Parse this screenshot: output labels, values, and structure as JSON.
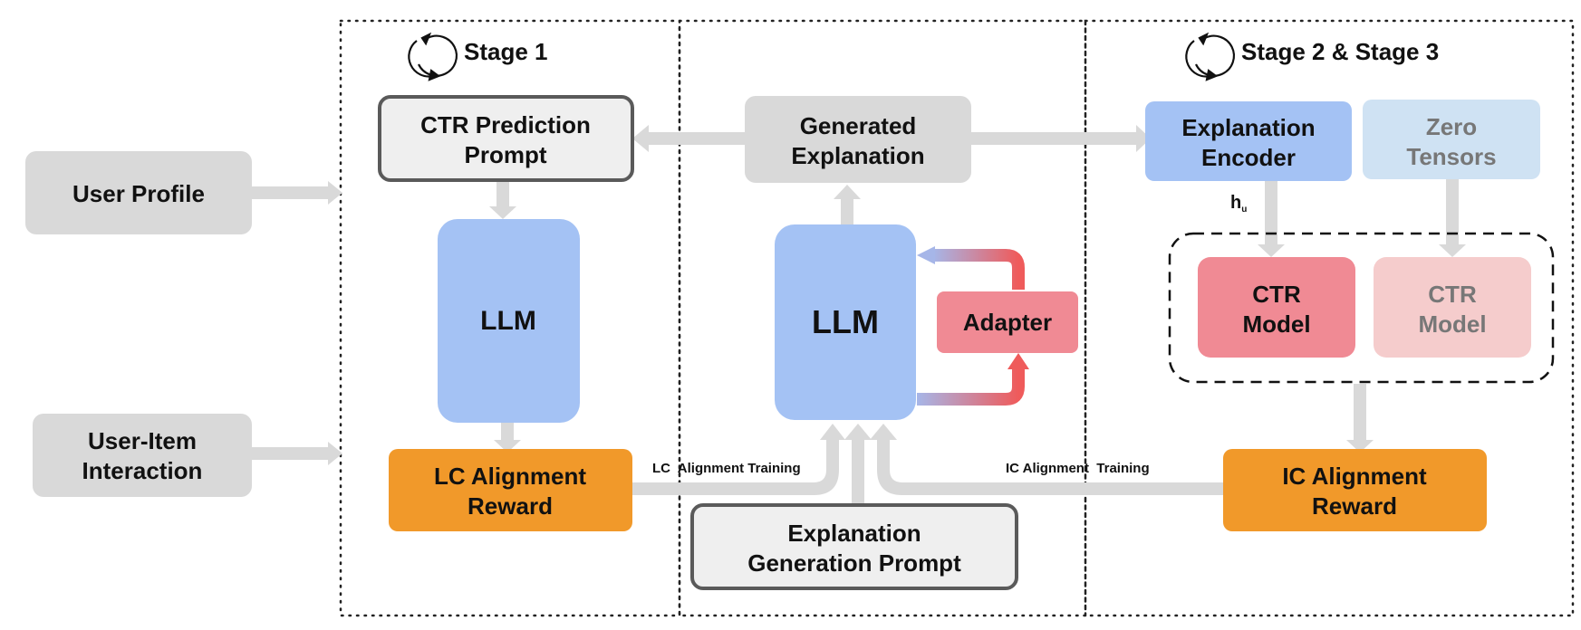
{
  "stage1": {
    "title": "Stage 1"
  },
  "stage23": {
    "title": "Stage 2 & Stage 3"
  },
  "inputs": {
    "user_profile": "User Profile",
    "user_item_line1": "User-Item",
    "user_item_line2": "Interaction"
  },
  "ctr_prompt": {
    "line1": "CTR Prediction",
    "line2": "Prompt"
  },
  "llm_left": {
    "label": "LLM"
  },
  "lc_reward": {
    "line1": "LC Alignment",
    "line2": "Reward"
  },
  "generated": {
    "line1": "Generated",
    "line2": "Explanation"
  },
  "llm_center": {
    "label": "LLM"
  },
  "adapter": {
    "label": "Adapter"
  },
  "exp_prompt": {
    "line1": "Explanation",
    "line2": "Generation Prompt"
  },
  "encoder": {
    "line1": "Explanation",
    "line2": "Encoder"
  },
  "zero": {
    "line1": "Zero",
    "line2": "Tensors"
  },
  "h_label": {
    "base": "h",
    "sub": "u"
  },
  "ctr_model": {
    "line1": "CTR",
    "line2": "Model"
  },
  "ctr_model_faded": {
    "line1": "CTR",
    "line2": "Model"
  },
  "ic_reward": {
    "line1": "IC Alignment",
    "line2": "Reward"
  },
  "edges": {
    "lc_training": "LC  Alignment Training",
    "ic_training": "IC Alignment  Training"
  },
  "colors": {
    "gray_box": "#d9d9d9",
    "light_box": "#efefef",
    "box_border": "#5a5a5a",
    "blue": "#a4c2f4",
    "light_blue": "#cfe2f3",
    "orange": "#f1992a",
    "red": "#f08a94",
    "light_red": "#f5cccc",
    "arrow": "#d9d9d9"
  }
}
